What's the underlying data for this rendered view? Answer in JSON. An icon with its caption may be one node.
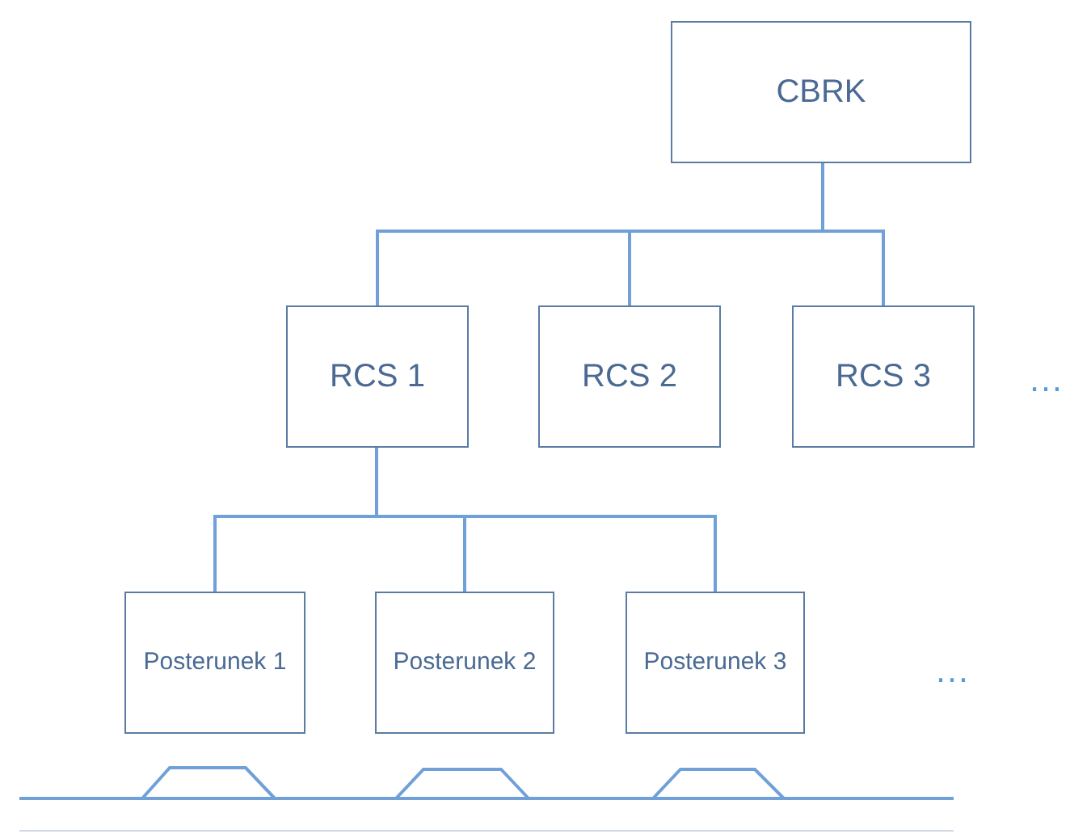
{
  "diagram": {
    "nodes": [
      {
        "text": [
          "CBRK"
        ]
      },
      {
        "text": [
          "RCS 1"
        ]
      },
      {
        "text": [
          "RCS 2"
        ]
      },
      {
        "text": [
          "RCS 3"
        ]
      },
      {
        "text": [
          "Posterunek 1"
        ]
      },
      {
        "text": [
          "Posterunek 2"
        ]
      },
      {
        "text": [
          "Posterunek 3"
        ]
      }
    ],
    "edges": [
      {
        "from": 0,
        "to": 1,
        "arrow": "none"
      },
      {
        "from": 0,
        "to": 2,
        "arrow": "none"
      },
      {
        "from": 0,
        "to": 3,
        "arrow": "none"
      },
      {
        "from": 1,
        "to": 4,
        "arrow": "none"
      },
      {
        "from": 1,
        "to": 5,
        "arrow": "none"
      },
      {
        "from": 1,
        "to": 6,
        "arrow": "none"
      }
    ],
    "labels": [
      "…",
      "…"
    ]
  }
}
